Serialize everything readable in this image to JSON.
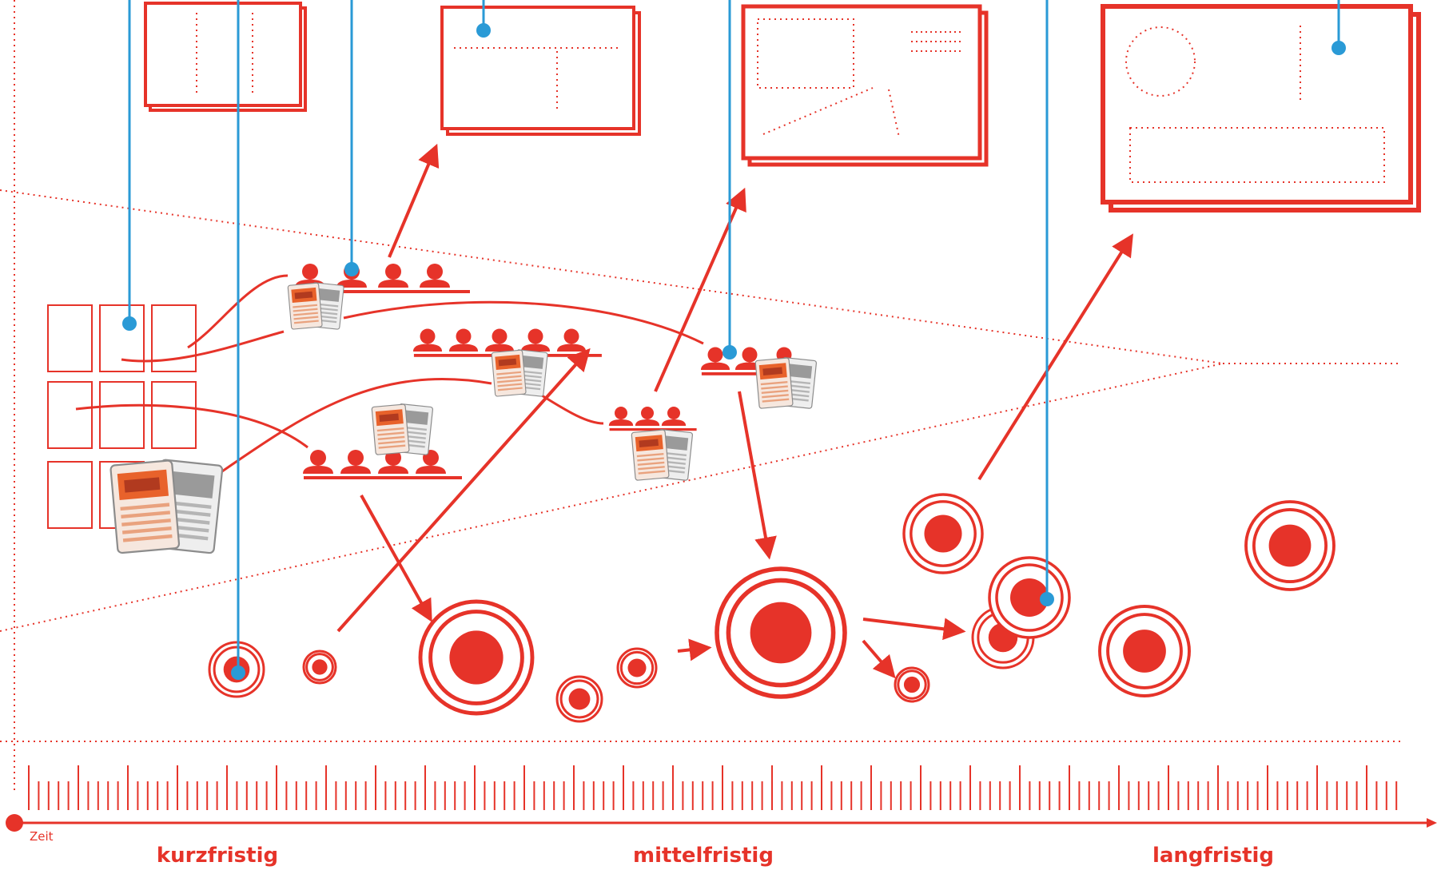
{
  "colors": {
    "accent": "#e63329",
    "connector": "#2a9ad6",
    "card_gray": "#9a9a9a"
  },
  "timeline": {
    "start_label": "Zeit",
    "labels": [
      "kurzfristig",
      "mittelfristig",
      "langfristig"
    ]
  },
  "icons": {
    "group": "person-group-icon",
    "cards": "playing-card-pair-icon",
    "target": "target-circle-icon",
    "pin": "pin-dot-icon",
    "display": "display-screen-icon"
  }
}
